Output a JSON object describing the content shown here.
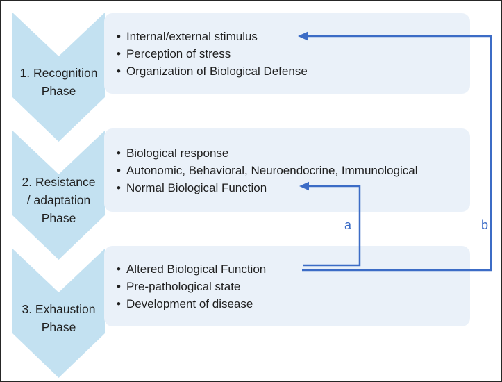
{
  "figure": {
    "phases": [
      {
        "id": "recognition",
        "label_lines": [
          "1. Recognition",
          "Phase"
        ],
        "bullets": [
          "Internal/external stimulus",
          "Perception of stress",
          "Organization of Biological Defense"
        ]
      },
      {
        "id": "resistance-adaptation",
        "label_lines": [
          "2. Resistance",
          "/ adaptation",
          "Phase"
        ],
        "bullets": [
          "Biological response",
          "Autonomic, Behavioral, Neuroendocrine, Immunological",
          "Normal Biological Function"
        ]
      },
      {
        "id": "exhaustion",
        "label_lines": [
          "3. Exhaustion",
          "Phase"
        ],
        "bullets": [
          "Altered Biological Function",
          "Pre-pathological state",
          "Development of disease"
        ]
      }
    ],
    "arrows": [
      {
        "label": "a"
      },
      {
        "label": "b"
      }
    ],
    "colors": {
      "chevron_fill": "#c3e1f1",
      "box_fill": "#eaf1f9",
      "arrow_blue": "#3c6cc6",
      "text": "#1f1f1f",
      "border": "#262626"
    }
  }
}
